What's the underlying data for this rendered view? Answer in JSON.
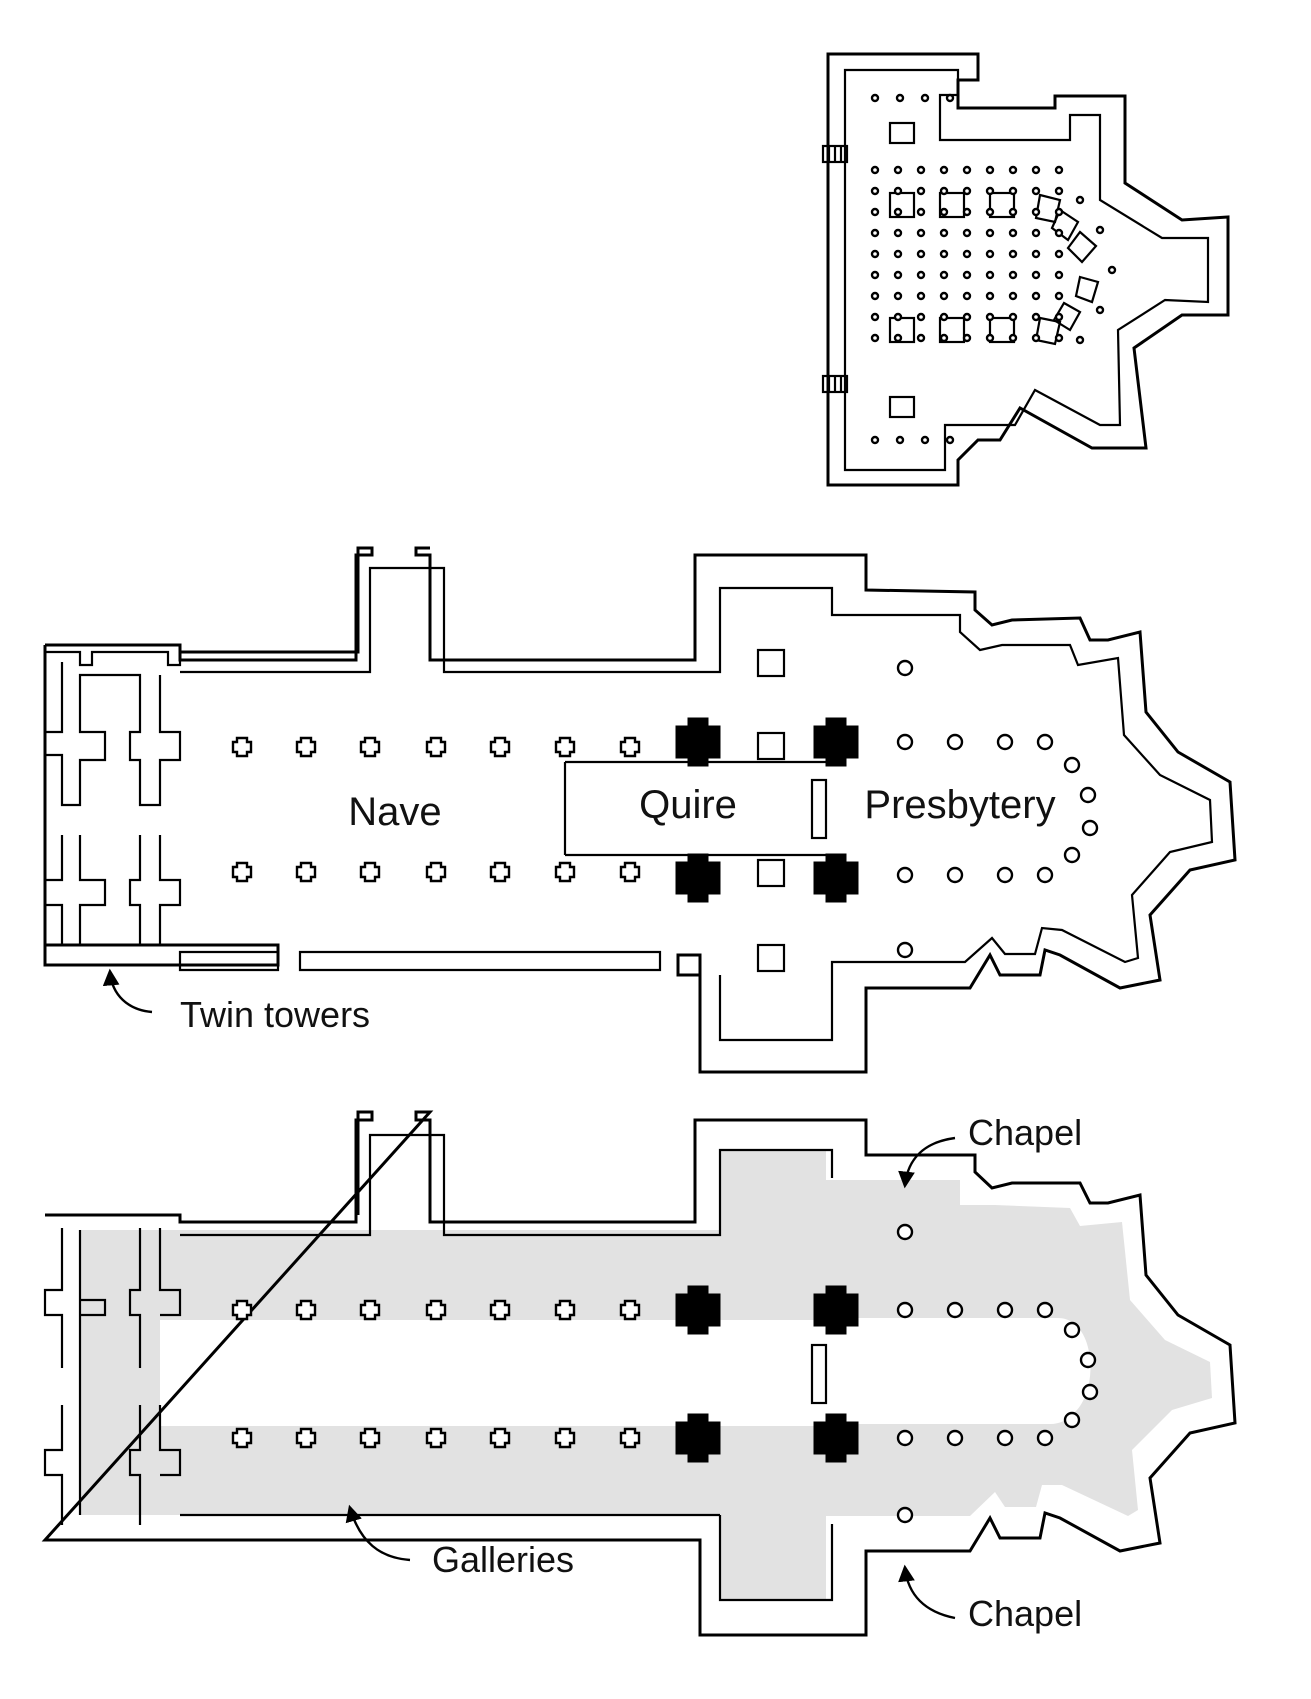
{
  "figure": {
    "labels": {
      "nave": "Nave",
      "quire": "Quire",
      "presbytery": "Presbytery",
      "twin_towers": "Twin towers",
      "chapel_top": "Chapel",
      "chapel_bottom": "Chapel",
      "galleries": "Galleries"
    },
    "colors": {
      "line": "#000000",
      "gallery_fill": "#e2e2e2",
      "background": "#ffffff"
    }
  }
}
